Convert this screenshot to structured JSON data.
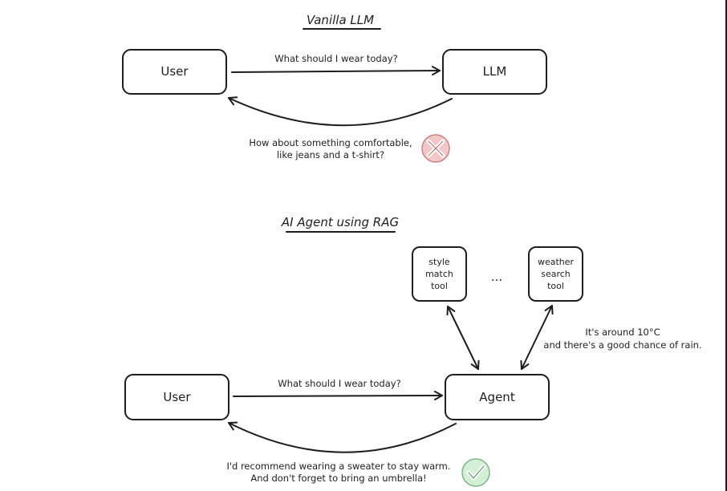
{
  "top": {
    "title": "Vanilla LLM",
    "user_label": "User",
    "llm_label": "LLM",
    "question": "What should I wear today?",
    "answer_line1": "How about something comfortable,",
    "answer_line2": "like jeans and a t-shirt?",
    "status_icon": "x-mark-icon",
    "status_color": "#f3c7c7"
  },
  "bottom": {
    "title": "AI Agent using RAG",
    "user_label": "User",
    "agent_label": "Agent",
    "question": "What should I wear today?",
    "tool1": [
      "style",
      "match",
      "tool"
    ],
    "ellipsis": "...",
    "tool2": [
      "weather",
      "search",
      "tool"
    ],
    "tool_response_line1": "It's around 10°C",
    "tool_response_line2": "and there's a good chance of rain.",
    "answer_line1": "I'd recommend wearing a sweater to stay warm.",
    "answer_line2": "And don't forget to bring an umbrella!",
    "status_icon": "check-mark-icon",
    "status_color": "#d3efd5"
  }
}
